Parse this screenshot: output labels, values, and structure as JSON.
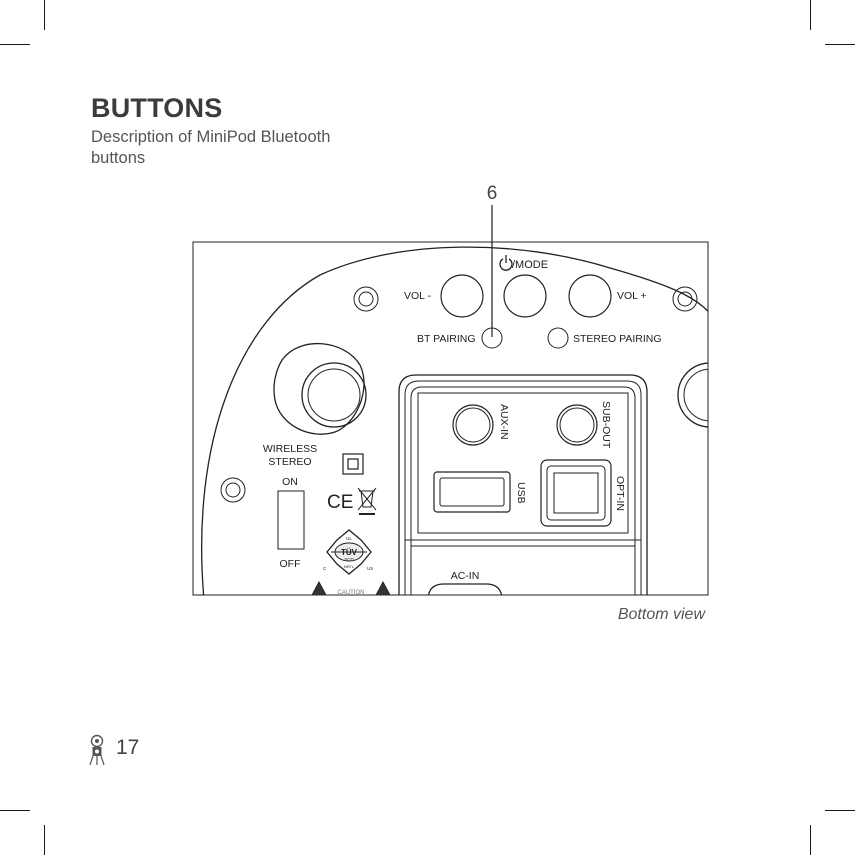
{
  "heading": "BUTTONS",
  "subtitle": "Description of MiniPod Bluetooth buttons",
  "callout_number": "6",
  "caption": "Bottom view",
  "page_number": "17",
  "panel": {
    "mode_label": "/MODE",
    "vol_minus": "VOL -",
    "vol_plus": "VOL +",
    "bt_pairing": "BT PAIRING",
    "stereo_pairing": "STEREO PAIRING",
    "wireless": "WIRELESS",
    "stereo": "STEREO",
    "switch_on": "ON",
    "switch_off": "OFF",
    "aux_in": "AUX-IN",
    "sub_out": "SUB-OUT",
    "usb": "USB",
    "opt_in": "OPT-IN",
    "ac_in": "AC-IN",
    "ce_mark": "CE",
    "tuv_top": "TÜV",
    "tuv_scd": "SCD",
    "tuv_ntl": "NRTL",
    "tuv_c": "C",
    "tuv_us": "US",
    "tuv_ul": "UL",
    "caution": "CAUTION"
  },
  "icons": {
    "power": "power-icon",
    "logo": "brand-logo-icon",
    "weee": "crossed-bin-icon",
    "double_insulation": "double-square-icon",
    "warning": "warning-triangle-icon"
  }
}
